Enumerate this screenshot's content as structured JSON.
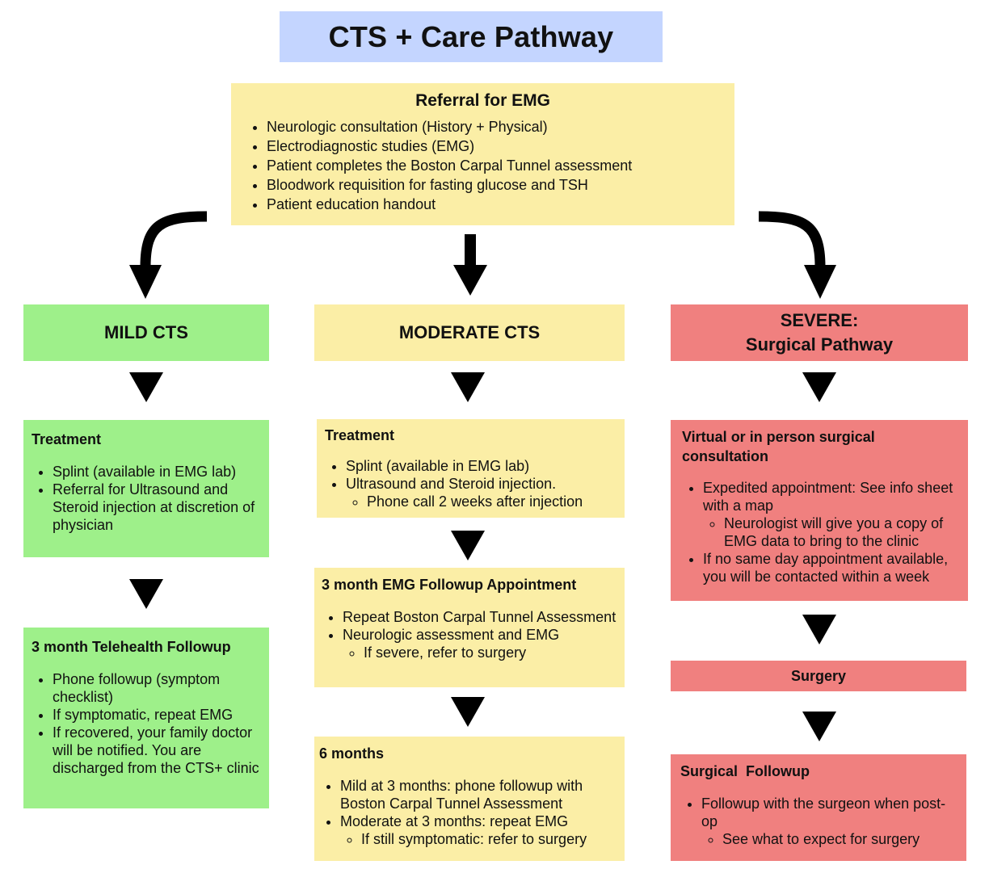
{
  "title": "CTS + Care Pathway",
  "referral": {
    "heading": "Referral for EMG",
    "items": [
      "Neurologic consultation (History + Physical)",
      "Electrodiagnostic studies (EMG)",
      "Patient completes the Boston Carpal Tunnel assessment",
      "Bloodwork requisition for fasting glucose and TSH",
      "Patient education handout"
    ]
  },
  "mild": {
    "heading": "MILD CTS",
    "treatment": {
      "heading": "Treatment",
      "items": [
        "Splint (available in EMG lab)",
        "Referral for Ultrasound and Steroid injection at discretion of physician"
      ]
    },
    "followup": {
      "heading": "3 month Telehealth Followup",
      "items": [
        "Phone followup (symptom checklist)",
        "If symptomatic, repeat EMG",
        "If recovered, your family doctor will be notified. You are discharged from the CTS+ clinic"
      ]
    }
  },
  "moderate": {
    "heading": "MODERATE CTS",
    "treatment": {
      "heading": "Treatment",
      "items": [
        "Splint (available in EMG lab)",
        "Ultrasound and Steroid injection."
      ],
      "subitems": [
        "Phone call 2 weeks after injection"
      ]
    },
    "followup": {
      "heading": "3 month EMG Followup Appointment",
      "items": [
        "Repeat Boston Carpal Tunnel Assessment",
        "Neurologic assessment and EMG"
      ],
      "subitems": [
        "If severe, refer to surgery"
      ]
    },
    "six_months": {
      "heading": "6 months",
      "items": [
        "Mild at 3 months: phone followup with Boston Carpal Tunnel Assessment",
        "Moderate at 3 months: repeat EMG"
      ],
      "subitems": [
        "If still symptomatic: refer to surgery"
      ]
    }
  },
  "severe": {
    "heading_line1": "SEVERE:",
    "heading_line2": "Surgical Pathway",
    "consult": {
      "heading": "Virtual or in person surgical consultation",
      "item1": "Expedited appointment: See info sheet with a map",
      "subitem1": "Neurologist will give you a copy of EMG data to bring to the clinic",
      "item2": "If no same day appointment available, you will be contacted within a week"
    },
    "surgery": {
      "heading": "Surgery"
    },
    "followup": {
      "heading": "Surgical  Followup",
      "item1": "Followup with the surgeon when post-op",
      "subitem1": "See what to expect for surgery"
    }
  },
  "colors": {
    "title_bg": "#c4d5ff",
    "yellow": "#fbeea6",
    "green": "#9ef08a",
    "red": "#f0807f",
    "arrow": "#000000"
  }
}
